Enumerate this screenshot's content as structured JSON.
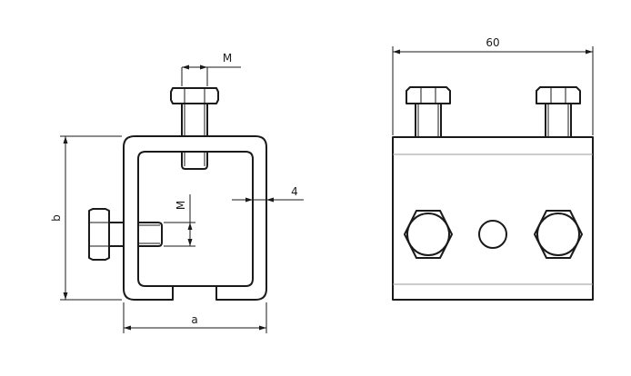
{
  "labels": {
    "thread_top": "M",
    "thread_side": "M",
    "wall_thickness": "4",
    "width": "a",
    "height": "b",
    "length": "60"
  }
}
